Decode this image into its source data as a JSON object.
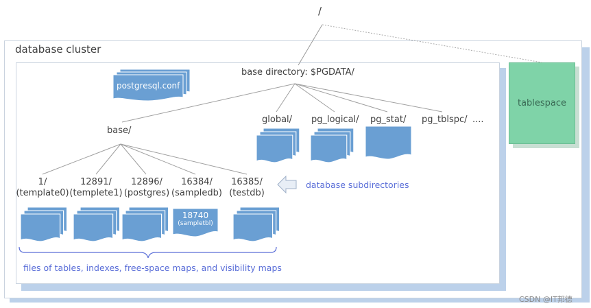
{
  "root_label": "/",
  "cluster_label": "database cluster",
  "base_dir_label": "base directory: $PGDATA/",
  "conf_file": "postgresql.conf",
  "tablespace_label": "tablespace",
  "base_label": "base/",
  "subdirs": [
    "global/",
    "pg_logical/",
    "pg_stat/",
    "pg_tblspc/",
    "...."
  ],
  "databases": [
    {
      "oid": "1/",
      "name": "(template0)"
    },
    {
      "oid": "12891/",
      "name": "(templete1)"
    },
    {
      "oid": "12896/",
      "name": "(postgres)"
    },
    {
      "oid": "16384/",
      "name": "(sampledb)"
    },
    {
      "oid": "16385/",
      "name": "(testdb)"
    }
  ],
  "table_file": {
    "oid": "18740",
    "name": "(sampletbl)"
  },
  "db_subdirs_note": "database subdirectories",
  "files_note": "files of tables, indexes, free-space maps, and visibility maps",
  "watermark": "CSDN @IT邦德"
}
